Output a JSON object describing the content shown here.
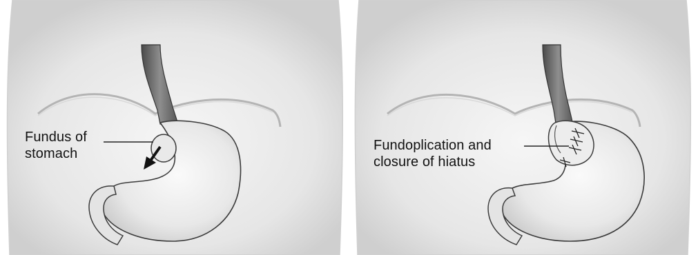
{
  "figure": {
    "panels": [
      {
        "id": "before",
        "label": "Fundus of\nstomach",
        "structures": [
          "torso-outline",
          "diaphragm",
          "esophagus",
          "stomach",
          "hiatal-hernia-fundus",
          "downward-arrow-icon"
        ]
      },
      {
        "id": "after",
        "label": "Fundoplication and\nclosure of hiatus",
        "structures": [
          "torso-outline",
          "diaphragm",
          "esophagus",
          "stomach",
          "fundoplication-wrap",
          "suture-marks"
        ]
      }
    ],
    "colors": {
      "body_shade": "#e2e2e2",
      "body_light": "#f4f4f4",
      "outline": "#3a3a3a",
      "esophagus": "#6f6f6f",
      "stomach_fill": "#ececec",
      "label_text": "#111111"
    }
  }
}
